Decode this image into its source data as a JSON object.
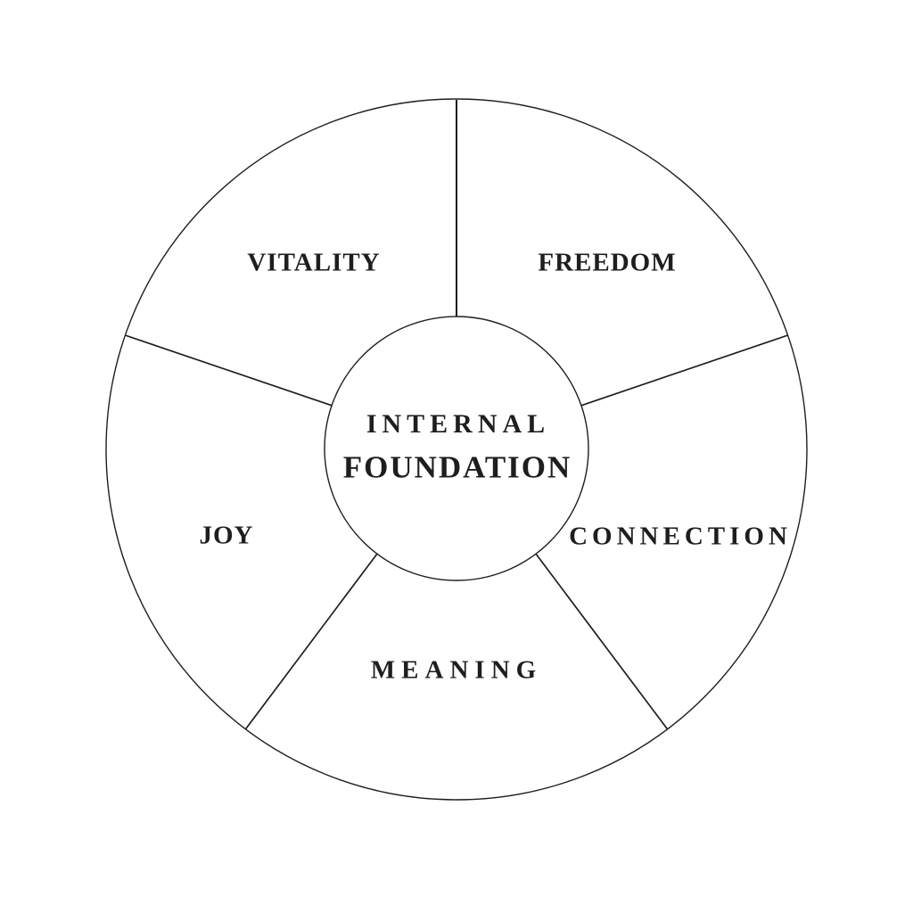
{
  "diagram": {
    "type": "wheel",
    "hub": {
      "line1": "INTERNAL",
      "line2": "FOUNDATION"
    },
    "sectors": [
      {
        "label": "VITALITY",
        "position": "upper-left"
      },
      {
        "label": "FREEDOM",
        "position": "upper-right"
      },
      {
        "label": "CONNECTION",
        "position": "right"
      },
      {
        "label": "MEANING",
        "position": "bottom"
      },
      {
        "label": "JOY",
        "position": "left"
      }
    ],
    "colors": {
      "background": "#ffffff",
      "line": "#1e1e1e",
      "text": "#1e1e1e"
    }
  }
}
